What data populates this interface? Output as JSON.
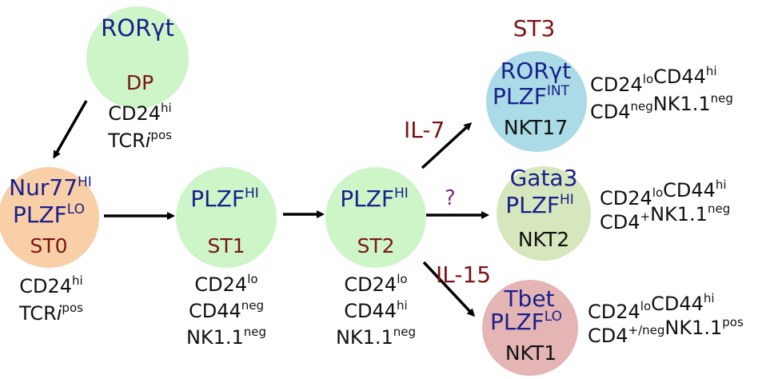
{
  "colors": {
    "green": "#cdf5c8",
    "orange": "#f9cfa7",
    "blue": "#aadbe6",
    "olive": "#d6e6bd",
    "pink": "#e5b4b4",
    "label_blue": "#1a1f8c",
    "label_red": "#7a1416",
    "arrow": "#000000"
  },
  "nodes": {
    "dp": {
      "top": "RORγt",
      "stage": "DP",
      "markers": [
        [
          "CD24",
          "hi"
        ],
        [
          "TCR",
          "i",
          "pos"
        ]
      ]
    },
    "st0": {
      "line1_main": "Nur77",
      "line1_sup": "HI",
      "line2_main": "PLZF",
      "line2_sup": "LO",
      "stage": "ST0",
      "markers": [
        [
          "CD24",
          "hi"
        ],
        [
          "TCR",
          "i",
          "pos"
        ]
      ]
    },
    "st1": {
      "line1_main": "PLZF",
      "line1_sup": "HI",
      "stage": "ST1",
      "markers": [
        [
          "CD24",
          "lo"
        ],
        [
          "CD44",
          "neg"
        ],
        [
          "NK1.1",
          "neg"
        ]
      ]
    },
    "st2": {
      "line1_main": "PLZF",
      "line1_sup": "HI",
      "stage": "ST2",
      "markers": [
        [
          "CD24",
          "lo"
        ],
        [
          "CD44",
          "hi"
        ],
        [
          "NK1.1",
          "neg"
        ]
      ]
    },
    "st3_header": "ST3",
    "nkt17": {
      "line1": "RORγt",
      "line2_main": "PLZF",
      "line2_sup": "INT",
      "name": "NKT17",
      "markers1": [
        [
          "CD24",
          "lo"
        ],
        [
          "CD44",
          "hi"
        ]
      ],
      "markers2": [
        [
          "CD4",
          "neg"
        ],
        [
          "NK1.1",
          "neg"
        ]
      ]
    },
    "nkt2": {
      "line1": "Gata3",
      "line2_main": "PLZF",
      "line2_sup": "HI",
      "name": "NKT2",
      "markers1": [
        [
          "CD24",
          "lo"
        ],
        [
          "CD44",
          "hi"
        ]
      ],
      "markers2": [
        [
          "CD4",
          "+"
        ],
        [
          "NK1.1",
          "neg"
        ]
      ]
    },
    "nkt1": {
      "line1": "Tbet",
      "line2_main": "PLZF",
      "line2_sup": "LO",
      "name": "NKT1",
      "markers1": [
        [
          "CD24",
          "lo"
        ],
        [
          "CD44",
          "hi"
        ]
      ],
      "markers2": [
        [
          "CD4",
          "+/neg"
        ],
        [
          "NK1.1",
          "pos"
        ]
      ]
    }
  },
  "edges": {
    "il7": "IL-7",
    "unknown": "?",
    "il15": "IL-15"
  }
}
